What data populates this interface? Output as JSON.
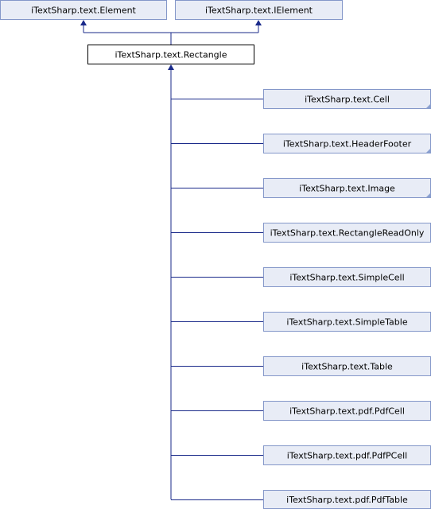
{
  "diagram": {
    "parents": [
      {
        "label": "iTextSharp.text.Element"
      },
      {
        "label": "iTextSharp.text.IElement"
      }
    ],
    "self": {
      "label": "iTextSharp.text.Rectangle"
    },
    "children": [
      {
        "label": "iTextSharp.text.Cell",
        "has_more": true
      },
      {
        "label": "iTextSharp.text.HeaderFooter",
        "has_more": true
      },
      {
        "label": "iTextSharp.text.Image",
        "has_more": true
      },
      {
        "label": "iTextSharp.text.RectangleReadOnly",
        "has_more": false
      },
      {
        "label": "iTextSharp.text.SimpleCell",
        "has_more": false
      },
      {
        "label": "iTextSharp.text.SimpleTable",
        "has_more": false
      },
      {
        "label": "iTextSharp.text.Table",
        "has_more": false
      },
      {
        "label": "iTextSharp.text.pdf.PdfCell",
        "has_more": false
      },
      {
        "label": "iTextSharp.text.pdf.PdfPCell",
        "has_more": false
      },
      {
        "label": "iTextSharp.text.pdf.PdfTable",
        "has_more": false
      }
    ],
    "colors": {
      "node_fill": "#E8ECF6",
      "node_border": "#8497C9",
      "edge": "#1a2a8a",
      "self_fill": "#FFFFFF",
      "self_border": "#000000"
    }
  }
}
